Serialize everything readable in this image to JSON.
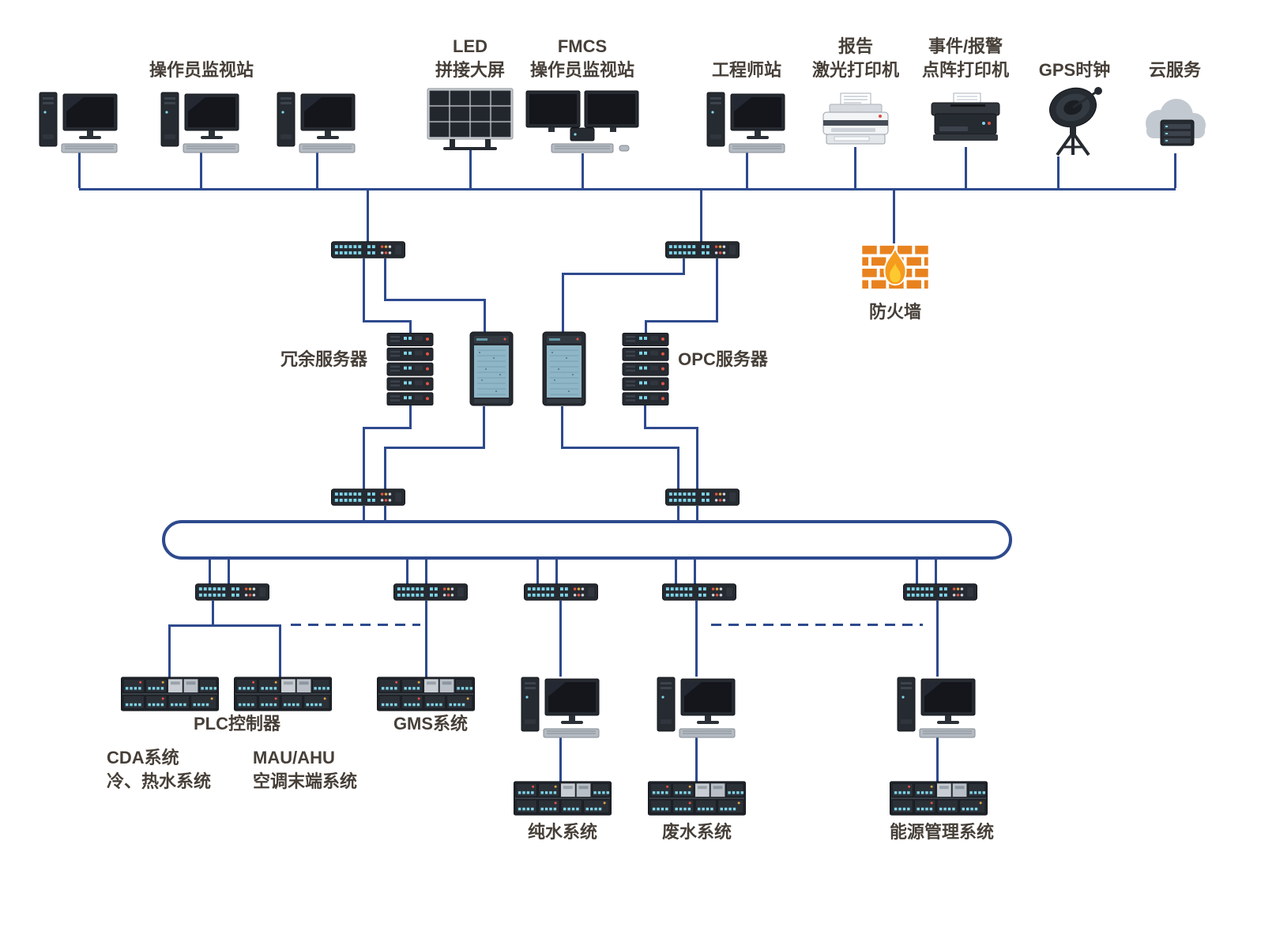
{
  "labels": {
    "operator_station": "操作员监视站",
    "led_line1": "LED",
    "led_line2": "拼接大屏",
    "fmcs_line1": "FMCS",
    "fmcs_line2": "操作员监视站",
    "engineer_station": "工程师站",
    "report_printer_line1": "报告",
    "report_printer_line2": "激光打印机",
    "alarm_printer_line1": "事件/报警",
    "alarm_printer_line2": "点阵打印机",
    "gps_clock": "GPS时钟",
    "cloud_service": "云服务",
    "firewall": "防火墙",
    "redundant_server": "冗余服务器",
    "opc_server": "OPC服务器",
    "plc_controller": "PLC控制器",
    "cda_line1": "CDA系统",
    "cda_line2": "冷、热水系统",
    "mau_line1": "MAU/AHU",
    "mau_line2": "空调末端系统",
    "gms_system": "GMS系统",
    "pure_water_system": "纯水系统",
    "waste_water_system": "废水系统",
    "energy_system": "能源管理系统"
  },
  "colors": {
    "connector_line": "#2e4a8e",
    "label_text": "#463f38",
    "firewall_brick": "#e8821f",
    "flame_outer": "#f59b1e",
    "flame_inner": "#fdc930",
    "port_cyan": "#7fd4e8",
    "device_dark": "#262a31",
    "rack_panel_blue": "#8fb6c6"
  },
  "icons": {
    "workstation": "tower-pc-with-monitor-and-keyboard",
    "dual_workstation": "dual-monitor-operator-station",
    "led_wall": "led-video-wall-grid",
    "laser_printer": "laser-printer",
    "dotmatrix_printer": "dot-matrix-printer",
    "gps": "satellite-dish-antenna",
    "cloud": "cloud-with-server",
    "firewall": "brick-wall-with-flame",
    "switch": "network-switch",
    "server_stack": "rack-server-stack",
    "rack_cabinet": "server-rack-cabinet",
    "plc": "plc-controller-rack"
  }
}
